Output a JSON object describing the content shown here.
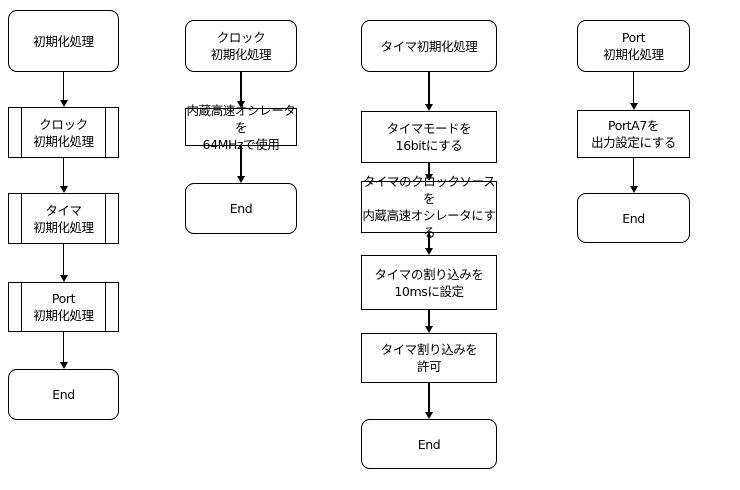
{
  "diagram": {
    "columns": [
      {
        "id": "main",
        "nodes": [
          {
            "id": "main-init",
            "kind": "terminal",
            "text": "初期化処理"
          },
          {
            "id": "call-clock-init",
            "kind": "subprocess",
            "text": "クロック\n初期化処理"
          },
          {
            "id": "call-timer-init",
            "kind": "subprocess",
            "text": "タイマ\n初期化処理"
          },
          {
            "id": "call-port-init",
            "kind": "subprocess",
            "text": "Port\n初期化処理"
          },
          {
            "id": "main-end",
            "kind": "terminal",
            "text": "End"
          }
        ]
      },
      {
        "id": "clock",
        "nodes": [
          {
            "id": "clock-init",
            "kind": "terminal",
            "text": "クロック\n初期化処理"
          },
          {
            "id": "clock-osc",
            "kind": "process",
            "text": "内蔵高速オシレータを\n64MHzで使用"
          },
          {
            "id": "clock-end",
            "kind": "terminal",
            "text": "End"
          }
        ]
      },
      {
        "id": "timer",
        "nodes": [
          {
            "id": "timer-init",
            "kind": "terminal",
            "text": "タイマ初期化処理"
          },
          {
            "id": "timer-mode",
            "kind": "process",
            "text": "タイマモードを\n16bitにする"
          },
          {
            "id": "timer-clock-source",
            "kind": "process",
            "text": "タイマのクロックソースを\n内蔵高速オシレータにする"
          },
          {
            "id": "timer-interrupt-period",
            "kind": "process",
            "text": "タイマの割り込みを\n10msに設定"
          },
          {
            "id": "timer-interrupt-enable",
            "kind": "process",
            "text": "タイマ割り込みを\n許可"
          },
          {
            "id": "timer-end",
            "kind": "terminal",
            "text": "End"
          }
        ]
      },
      {
        "id": "port",
        "nodes": [
          {
            "id": "port-init",
            "kind": "terminal",
            "text": "Port\n初期化処理"
          },
          {
            "id": "port-output",
            "kind": "process",
            "text": "PortA7を\n出力設定にする"
          },
          {
            "id": "port-end",
            "kind": "terminal",
            "text": "End"
          }
        ]
      }
    ]
  }
}
